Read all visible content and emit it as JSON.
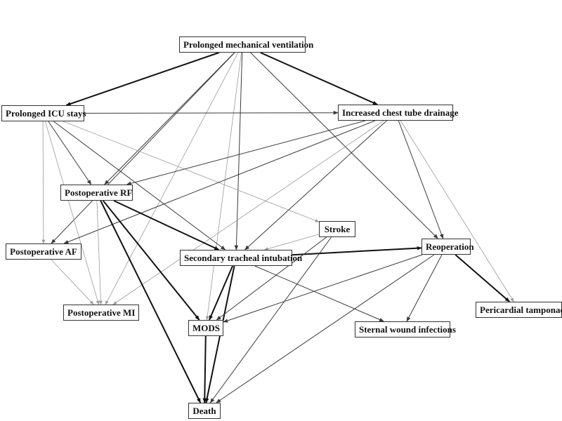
{
  "nodes": {
    "pmv": {
      "label": "Prolonged mechanical ventilation"
    },
    "icu": {
      "label": "Prolonged ICU stays"
    },
    "ictd": {
      "label": "Increased chest tube drainage"
    },
    "prf": {
      "label": "Postoperative RF"
    },
    "stroke": {
      "label": "Stroke"
    },
    "reop": {
      "label": "Reoperation"
    },
    "paf": {
      "label": "Postoperative AF"
    },
    "sti": {
      "label": "Secondary tracheal intubation"
    },
    "pmi": {
      "label": "Postoperative MI"
    },
    "mods": {
      "label": "MODS"
    },
    "swi": {
      "label": "Sternal wound infections"
    },
    "pt": {
      "label": "Pericardial tamponade"
    },
    "death": {
      "label": "Death"
    }
  },
  "edges": [
    {
      "from": "pmv",
      "to": "icu",
      "strength": "strong"
    },
    {
      "from": "pmv",
      "to": "ictd",
      "strength": "strong"
    },
    {
      "from": "pmv",
      "to": "prf",
      "strength": "medium"
    },
    {
      "from": "pmv",
      "to": "sti",
      "strength": "medium"
    },
    {
      "from": "pmv",
      "to": "reop",
      "strength": "medium"
    },
    {
      "from": "pmv",
      "to": "paf",
      "strength": "medium"
    },
    {
      "from": "pmv",
      "to": "pmi",
      "strength": "weak"
    },
    {
      "from": "pmv",
      "to": "mods",
      "strength": "weak"
    },
    {
      "from": "icu",
      "to": "ictd",
      "strength": "medium"
    },
    {
      "from": "icu",
      "to": "prf",
      "strength": "medium"
    },
    {
      "from": "icu",
      "to": "paf",
      "strength": "weak"
    },
    {
      "from": "icu",
      "to": "sti",
      "strength": "medium"
    },
    {
      "from": "icu",
      "to": "stroke",
      "strength": "weak"
    },
    {
      "from": "icu",
      "to": "pmi",
      "strength": "weak"
    },
    {
      "from": "ictd",
      "to": "prf",
      "strength": "medium"
    },
    {
      "from": "ictd",
      "to": "paf",
      "strength": "medium"
    },
    {
      "from": "ictd",
      "to": "sti",
      "strength": "medium"
    },
    {
      "from": "ictd",
      "to": "reop",
      "strength": "medium"
    },
    {
      "from": "ictd",
      "to": "pt",
      "strength": "weak"
    },
    {
      "from": "ictd",
      "to": "pmi",
      "strength": "weak"
    },
    {
      "from": "prf",
      "to": "sti",
      "strength": "strong"
    },
    {
      "from": "prf",
      "to": "mods",
      "strength": "strong"
    },
    {
      "from": "prf",
      "to": "death",
      "strength": "strong"
    },
    {
      "from": "prf",
      "to": "pmi",
      "strength": "weak"
    },
    {
      "from": "paf",
      "to": "pmi",
      "strength": "weak"
    },
    {
      "from": "sti",
      "to": "reop",
      "strength": "strong"
    },
    {
      "from": "sti",
      "to": "mods",
      "strength": "strong"
    },
    {
      "from": "sti",
      "to": "death",
      "strength": "strong"
    },
    {
      "from": "sti",
      "to": "swi",
      "strength": "medium"
    },
    {
      "from": "stroke",
      "to": "sti",
      "strength": "weak"
    },
    {
      "from": "stroke",
      "to": "mods",
      "strength": "medium"
    },
    {
      "from": "stroke",
      "to": "death",
      "strength": "medium"
    },
    {
      "from": "reop",
      "to": "mods",
      "strength": "medium"
    },
    {
      "from": "reop",
      "to": "swi",
      "strength": "medium"
    },
    {
      "from": "reop",
      "to": "pt",
      "strength": "strong"
    },
    {
      "from": "reop",
      "to": "death",
      "strength": "medium"
    },
    {
      "from": "mods",
      "to": "death",
      "strength": "strong"
    }
  ],
  "edge_style": {
    "strong": {
      "color": "#111111"
    },
    "medium": {
      "color": "#3a3a3a"
    },
    "weak": {
      "color": "#9a9a9a"
    }
  }
}
